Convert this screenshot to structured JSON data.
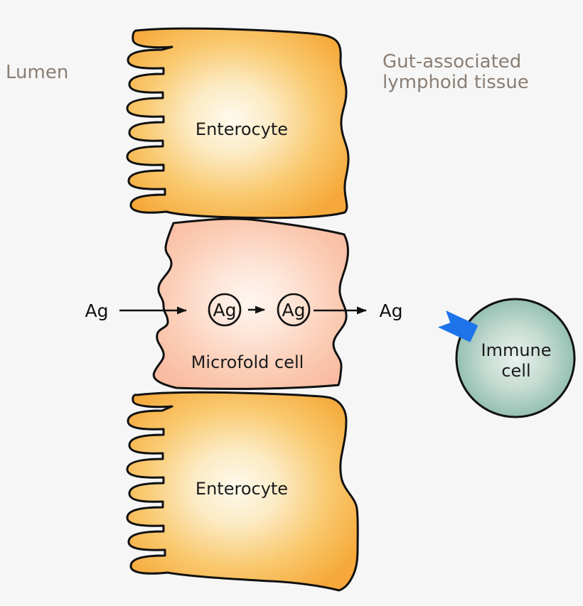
{
  "regions": {
    "lumen_label": "Lumen",
    "galt_label_line1": "Gut-associated",
    "galt_label_line2": "lymphoid tissue"
  },
  "cells": {
    "enterocyte_top_label": "Enterocyte",
    "microfold_label": "Microfold cell",
    "enterocyte_bottom_label": "Enterocyte",
    "immune_label_line1": "Immune",
    "immune_label_line2": "cell"
  },
  "antigen_pathway": {
    "lumen_antigen_label": "Ag",
    "vesicle1_label": "Ag",
    "vesicle2_label": "Ag",
    "released_antigen_label": "Ag"
  },
  "colors": {
    "background": "#f6f6f6",
    "enterocyte_edge": "#f6a93a",
    "enterocyte_center": "#fefaee",
    "microfold_edge": "#f9bca2",
    "microfold_center": "#fff7f1",
    "immune_edge": "#85b6a9",
    "immune_center": "#eaf2ee",
    "receptor_blue": "#1d74ea",
    "outline": "#111111",
    "region_label_text": "#8a7e74",
    "cell_label_text": "#1b1b1b"
  }
}
